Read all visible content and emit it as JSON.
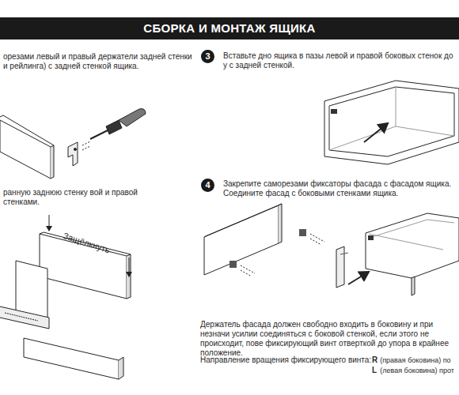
{
  "diagram": {
    "title": "СБОРКА И МОНТАЖ ЯЩИКА",
    "nodes": [
      {
        "text": [
          "3"
        ]
      },
      {
        "text": [
          "4"
        ]
      }
    ],
    "labels": [
      "орезами левый и правый держатели задней стенки и рейлинга) с задней стенкой ящика.",
      "ранную заднюю стенку вой и правой стенками.",
      "Защёлкнуть",
      "Вставьте дно ящика в пазы левой и правой боковых стенок до у с задней стенкой.",
      "Закрепите саморезами фиксаторы фасада с фасадом ящика. Соедините фасад с боковыми стенками ящика.",
      "Держатель фасада должен свободно входить в боковину и при незначи усилии соединяться с боковой стенкой, если этого не происходит, пове фиксирующий винт отверткой до упора в крайнее положение.",
      "Направление вращения фиксирующего винта:",
      "R",
      "(правая боковина) по",
      "L",
      "(левая боковина) прот"
    ]
  }
}
